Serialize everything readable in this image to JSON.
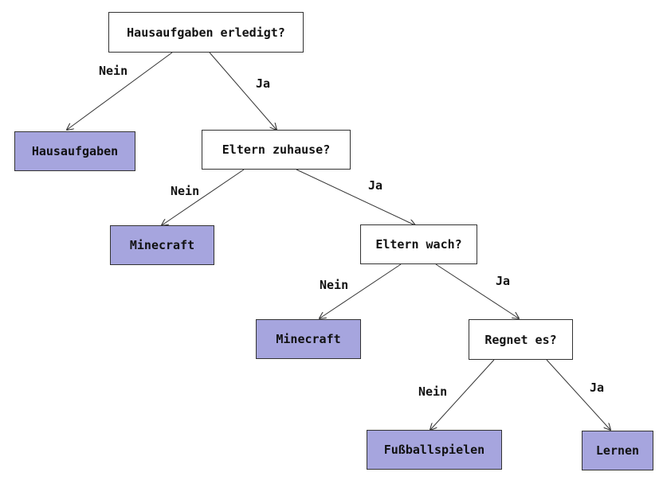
{
  "colors": {
    "leaf_fill": "#a6a5de",
    "question_fill": "#ffffff",
    "border": "#333333",
    "edge": "#333333"
  },
  "nodes": {
    "q_homework": "Hausaufgaben erledigt?",
    "leaf_homework": "Hausaufgaben",
    "q_parents_home": "Eltern zuhause?",
    "leaf_minecraft_1": "Minecraft",
    "q_parents_awake": "Eltern wach?",
    "leaf_minecraft_2": "Minecraft",
    "q_raining": "Regnet es?",
    "leaf_football": "Fußballspielen",
    "leaf_learn": "Lernen"
  },
  "edges": {
    "homework_no": "Nein",
    "homework_yes": "Ja",
    "parents_home_no": "Nein",
    "parents_home_yes": "Ja",
    "parents_awake_no": "Nein",
    "parents_awake_yes": "Ja",
    "raining_no": "Nein",
    "raining_yes": "Ja"
  }
}
